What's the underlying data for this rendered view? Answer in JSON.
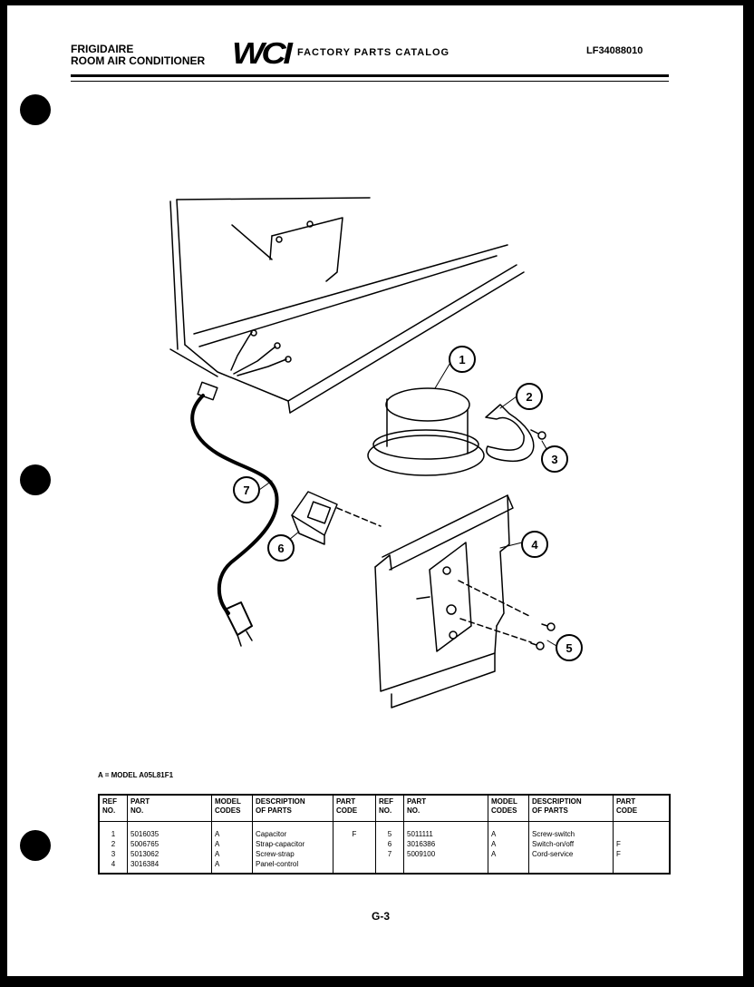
{
  "header": {
    "brand_line1": "FRIGIDAIRE",
    "brand_line2": "ROOM AIR CONDITIONER",
    "logo": "WCI",
    "catalog_title": "FACTORY PARTS CATALOG",
    "catalog_number": "LF34088010"
  },
  "diagram": {
    "callouts": [
      "1",
      "2",
      "3",
      "4",
      "5",
      "6",
      "7"
    ]
  },
  "model_note": "A = MODEL A05L81F1",
  "table": {
    "headers": {
      "ref_l1": "REF",
      "ref_l2": "NO.",
      "part_l1": "PART",
      "part_l2": "NO.",
      "model_l1": "MODEL",
      "model_l2": "CODES",
      "desc_l1": "DESCRIPTION",
      "desc_l2": "OF PARTS",
      "code_l1": "PART",
      "code_l2": "CODE"
    },
    "rows": [
      {
        "ref": "1",
        "part": "5016035",
        "model": "A",
        "desc": "Capacitor",
        "code": "F",
        "ref2": "5",
        "part2": "5011111",
        "model2": "A",
        "desc2": "Screw-switch",
        "code2": ""
      },
      {
        "ref": "2",
        "part": "5006765",
        "model": "A",
        "desc": "Strap-capacitor",
        "code": "",
        "ref2": "6",
        "part2": "3016386",
        "model2": "A",
        "desc2": "Switch-on/off",
        "code2": "F"
      },
      {
        "ref": "3",
        "part": "5013062",
        "model": "A",
        "desc": "Screw-strap",
        "code": "",
        "ref2": "7",
        "part2": "5009100",
        "model2": "A",
        "desc2": "Cord-service",
        "code2": "F"
      },
      {
        "ref": "4",
        "part": "3016384",
        "model": "A",
        "desc": "Panel-control",
        "code": "",
        "ref2": "",
        "part2": "",
        "model2": "",
        "desc2": "",
        "code2": ""
      }
    ]
  },
  "page_number": "G-3",
  "icons": [
    "binder-hole-icon"
  ],
  "colors": {
    "paper": "#ffffff",
    "ink": "#000000"
  }
}
